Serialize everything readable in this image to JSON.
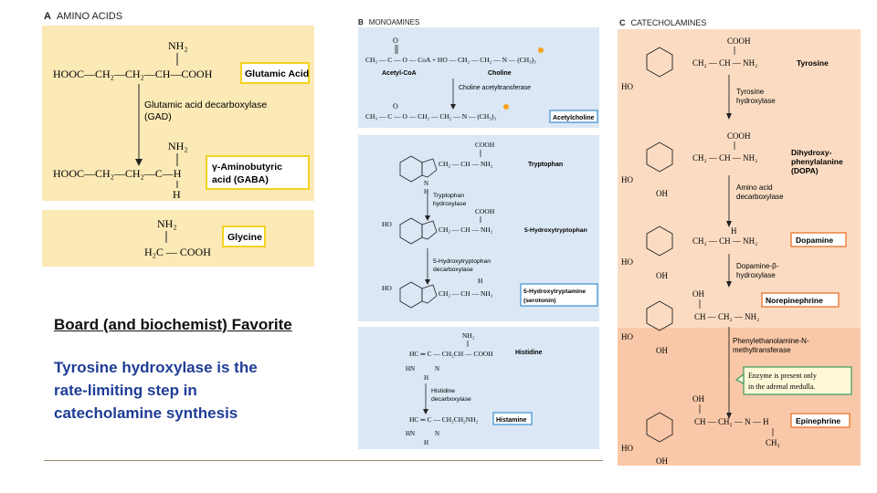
{
  "panels": {
    "a": {
      "letter": "A",
      "title": "AMINO ACIDS"
    },
    "b": {
      "letter": "B",
      "title": "MONOAMINES"
    },
    "c": {
      "letter": "C",
      "title": "CATECHOLAMINES"
    }
  },
  "amino_acids": {
    "glutamic_acid": {
      "formula_left": "HOOC—CH₂—CH₂—CH—COOH",
      "nh2": "NH₂",
      "name": "Glutamic Acid"
    },
    "enzyme": {
      "line1": "Glutamic acid decarboxylase",
      "line2": "(GAD)"
    },
    "gaba": {
      "formula_left": "HOOC—CH₂—CH₂—C—H",
      "nh2": "NH₂",
      "h": "H",
      "name_line1": "γ-Aminobutyric",
      "name_line2": "acid (GABA)"
    },
    "glycine": {
      "nh2": "NH₂",
      "formula": "H₂C — COOH",
      "name": "Glycine"
    }
  },
  "monoamines": {
    "acetyl_coa": {
      "o": "O",
      "formula": "CH₃ — C — O — CoA  +  HO — CH₂ — CH₂ — N — (CH₃)₃",
      "name": "Acetyl-CoA"
    },
    "choline": {
      "name": "Choline"
    },
    "choline_enzyme": "Choline acetyltransferase",
    "acetylcholine": {
      "o": "O",
      "formula": "CH₃ — C — O — CH₂ — CH₂ — N — (CH₃)₃",
      "name": "Acetylcholine"
    },
    "tryptophan": {
      "cooh": "COOH",
      "side": "CH₂ — CH — NH₂",
      "name": "Tryptophan",
      "n": "N",
      "h": "H"
    },
    "trp_enzyme": {
      "line1": "Tryptophan",
      "line2": "hydroxylase"
    },
    "htp": {
      "ho": "HO",
      "cooh": "COOH",
      "side": "CH₂ — CH — NH₂",
      "name": "5-Hydroxytryptophan"
    },
    "htp_enzyme": {
      "line1": "5-Hydroxytryptophan",
      "line2": "decarboxylase"
    },
    "serotonin": {
      "ho": "HO",
      "h": "H",
      "side": "CH₂ — CH — NH₂",
      "name_line1": "5-Hydroxytryptamine",
      "name_line2": "(serotonin)"
    },
    "histidine": {
      "nh2": "NH₂",
      "formula": "HC ═ C — CH₂CH — COOH",
      "hn": "HN",
      "n": "N",
      "h": "H",
      "name": "Histidine"
    },
    "his_enzyme": {
      "line1": "Histidine",
      "line2": "decarboxylase"
    },
    "histamine": {
      "formula": "HC ═ C — CH₂CH₂NH₂",
      "hn": "HN",
      "n": "N",
      "h": "H",
      "name": "Histamine"
    }
  },
  "catecholamines": {
    "tyrosine": {
      "cooh": "COOH",
      "side": "CH₂ — CH — NH₂",
      "ho": "HO",
      "name": "Tyrosine"
    },
    "tyr_enzyme": {
      "line1": "Tyrosine",
      "line2": "hydroxylase"
    },
    "dopa": {
      "cooh": "COOH",
      "side": "CH₂ — CH — NH₂",
      "ho": "HO",
      "oh": "OH",
      "name_line1": "Dihydroxy-",
      "name_line2": "phenylalanine",
      "name_line3": "(DOPA)"
    },
    "dopa_enzyme": {
      "line1": "Amino acid",
      "line2": "decarboxylase"
    },
    "dopamine": {
      "h": "H",
      "side": "CH₂ — CH — NH₂",
      "ho": "HO",
      "oh": "OH",
      "name": "Dopamine"
    },
    "dopamine_enzyme": {
      "line1": "Dopamine-β-",
      "line2": "hydroxylase"
    },
    "norepinephrine": {
      "oh_top": "OH",
      "side": "CH — CH₂ — NH₂",
      "ho": "HO",
      "oh": "OH",
      "name": "Norepinephrine"
    },
    "pnmt_enzyme": {
      "line1": "Phenylethanolamine-N-",
      "line2": "methyltransferase"
    },
    "adrenal_note": {
      "line1": "Enzyme is present only",
      "line2": "in the adrenal medulla."
    },
    "epinephrine": {
      "oh_top": "OH",
      "side": "CH — CH₂ — N — H",
      "ch3": "CH₃",
      "ho": "HO",
      "oh": "OH",
      "name": "Epinephrine"
    }
  },
  "notes": {
    "favorite": "Board (and biochemist) Favorite",
    "tyrosine_line1": "Tyrosine hydroxylase is the",
    "tyrosine_line2": "rate-limiting step in",
    "tyrosine_line3": "catecholamine synthesis"
  },
  "colors": {
    "panel_a": "#fbe9b6",
    "panel_b": "#dbe7f5",
    "panel_c": "#fbdcc2",
    "panel_c_lower": "#f9c8a8",
    "highlight_yellow": "#f4d21f",
    "highlight_blue": "#3a8fd0",
    "highlight_orange": "#e8742c",
    "note_blue": "#1f3d96"
  }
}
